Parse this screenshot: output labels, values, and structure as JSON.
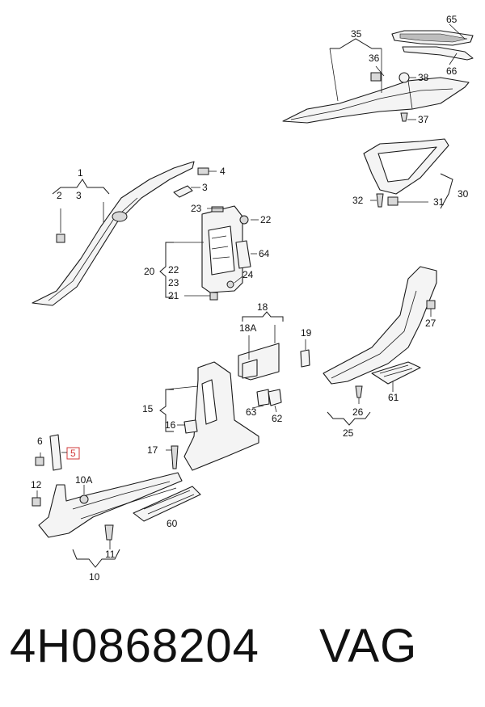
{
  "labels": {
    "p1": "1",
    "p2": "2",
    "p3": "3",
    "p3b": "3",
    "p4": "4",
    "p5": "5",
    "p6": "6",
    "p10": "10",
    "p10a": "10A",
    "p11": "11",
    "p12": "12",
    "p15": "15",
    "p16": "16",
    "p17": "17",
    "p18": "18",
    "p18a": "18A",
    "p19": "19",
    "p20": "20",
    "p21": "21",
    "p22": "22",
    "p22b": "22",
    "p23": "23",
    "p23b": "23",
    "p24": "24",
    "p25": "25",
    "p26": "26",
    "p27": "27",
    "p30": "30",
    "p31": "31",
    "p32": "32",
    "p35": "35",
    "p36": "36",
    "p37": "37",
    "p38": "38",
    "p60": "60",
    "p61": "61",
    "p62": "62",
    "p63": "63",
    "p64": "64",
    "p65": "65",
    "p66": "66"
  },
  "footer": {
    "part_number": "4H0868204",
    "brand": "VAG"
  },
  "colors": {
    "highlight": "#d23a3a"
  }
}
